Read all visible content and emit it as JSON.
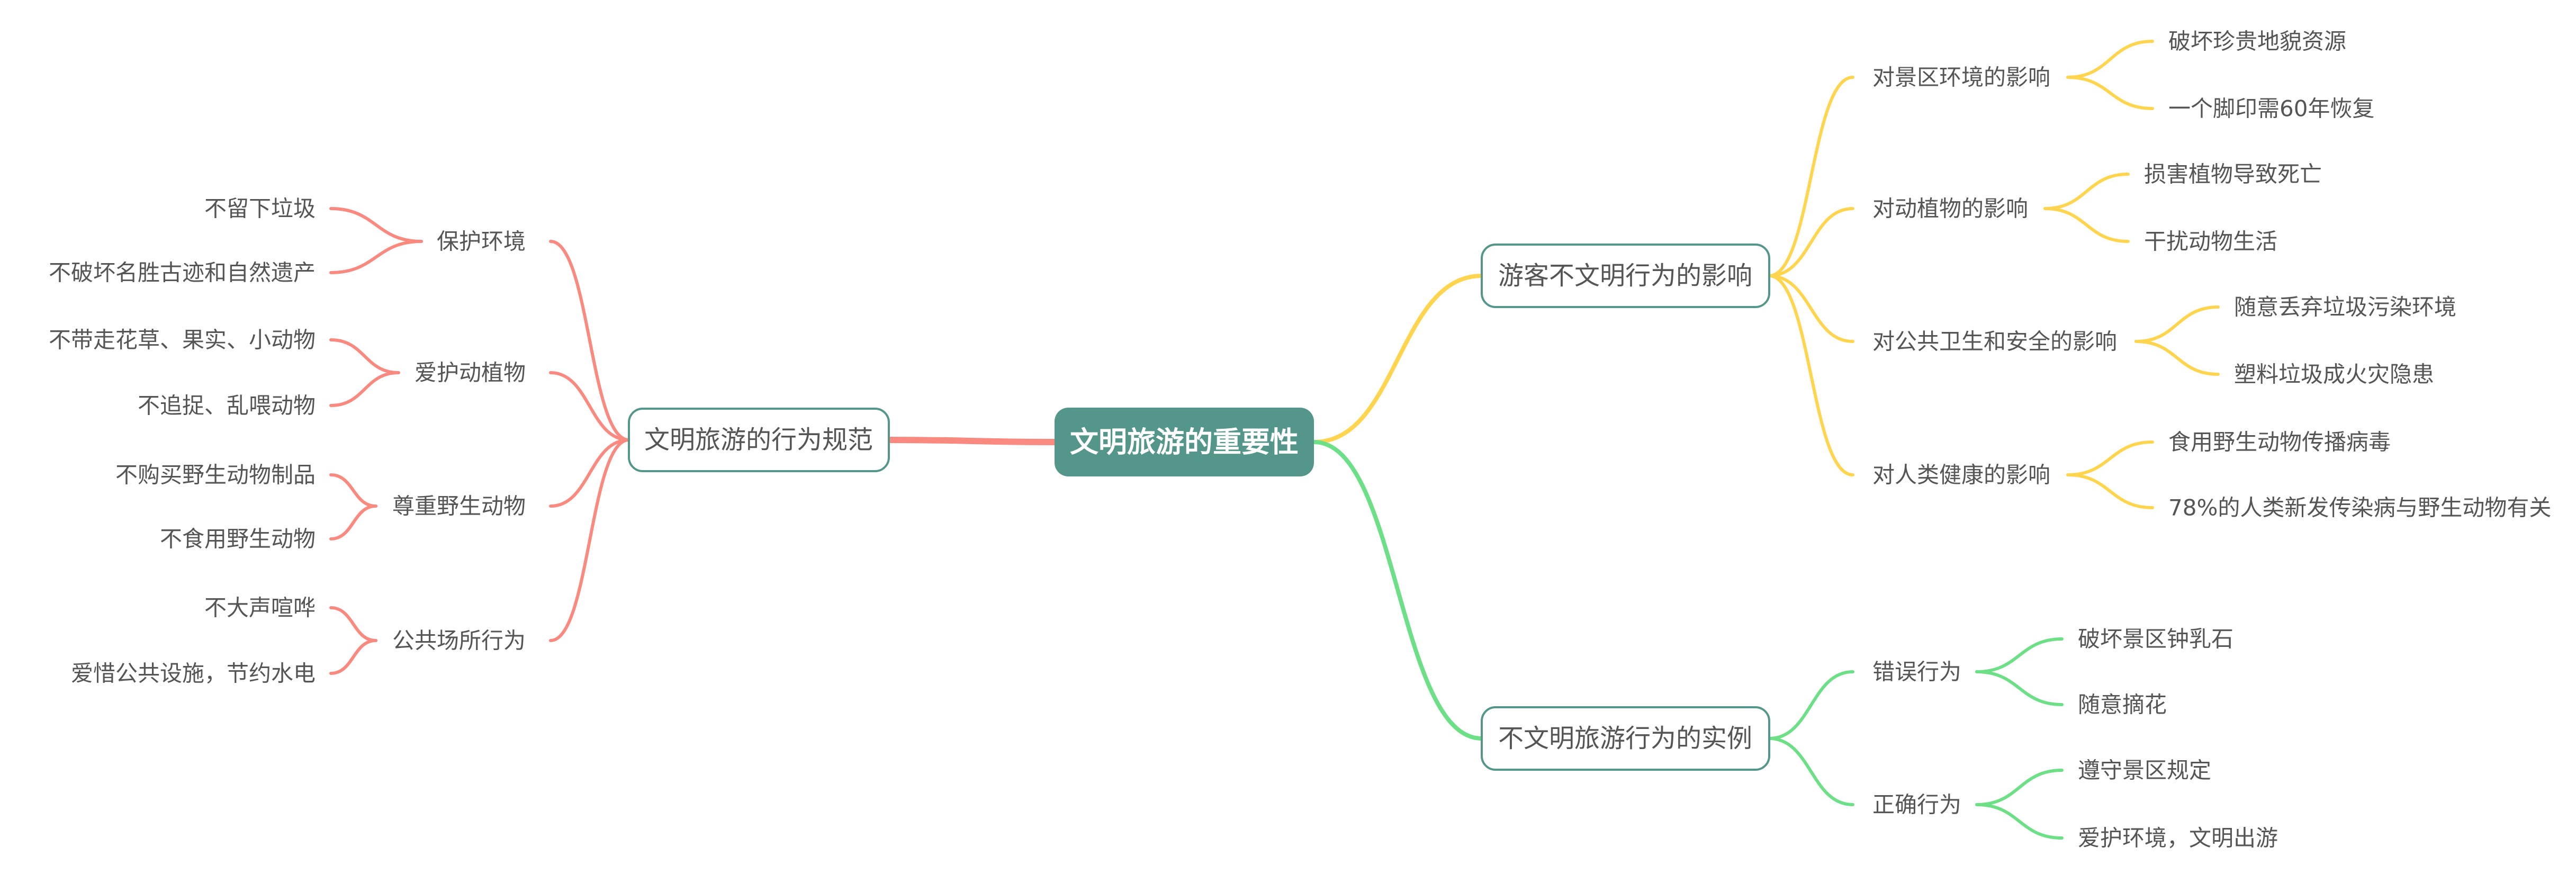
{
  "colors": {
    "root_fill": "#55968a",
    "left_branch": "#fa8a7f",
    "top_right_branch": "#ffd54f",
    "bottom_right_branch": "#6ddf87",
    "text": "#555555"
  },
  "root": "文明旅游的重要性",
  "left": {
    "label": "文明旅游的行为规范",
    "children": [
      {
        "label": "保护环境",
        "leaves": [
          "不留下垃圾",
          "不破坏名胜古迹和自然遗产"
        ]
      },
      {
        "label": "爱护动植物",
        "leaves": [
          "不带走花草、果实、小动物",
          "不追捉、乱喂动物"
        ]
      },
      {
        "label": "尊重野生动物",
        "leaves": [
          "不购买野生动物制品",
          "不食用野生动物"
        ]
      },
      {
        "label": "公共场所行为",
        "leaves": [
          "不大声喧哗",
          "爱惜公共设施，节约水电"
        ]
      }
    ]
  },
  "right_top": {
    "label": "游客不文明行为的影响",
    "children": [
      {
        "label": "对景区环境的影响",
        "leaves": [
          "破坏珍贵地貌资源",
          "一个脚印需60年恢复"
        ]
      },
      {
        "label": "对动植物的影响",
        "leaves": [
          "损害植物导致死亡",
          "干扰动物生活"
        ]
      },
      {
        "label": "对公共卫生和安全的影响",
        "leaves": [
          "随意丢弃垃圾污染环境",
          "塑料垃圾成火灾隐患"
        ]
      },
      {
        "label": "对人类健康的影响",
        "leaves": [
          "食用野生动物传播病毒",
          "78%的人类新发传染病与野生动物有关"
        ]
      }
    ]
  },
  "right_bottom": {
    "label": "不文明旅游行为的实例",
    "children": [
      {
        "label": "错误行为",
        "leaves": [
          "破坏景区钟乳石",
          "随意摘花"
        ]
      },
      {
        "label": "正确行为",
        "leaves": [
          "遵守景区规定",
          "爱护环境，文明出游"
        ]
      }
    ]
  }
}
